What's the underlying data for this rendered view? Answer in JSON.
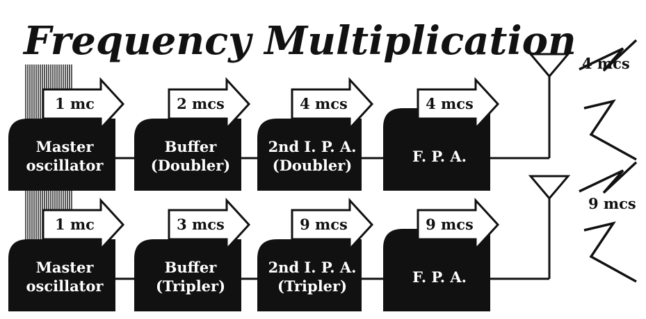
{
  "title": "Frequency Multiplication",
  "colors": {
    "ink": "#111111",
    "paper": "#ffffff"
  },
  "icons": [
    "crystal-hatch-icon",
    "antenna-icon",
    "lightning-bolt-icon",
    "arrow-right-icon"
  ],
  "rows": [
    {
      "stages": [
        {
          "line1": "Master",
          "line2": "oscillator",
          "freq": "1 mc"
        },
        {
          "line1": "Buffer",
          "line2": "(Doubler)",
          "freq": "2 mcs"
        },
        {
          "line1": "2nd I. P. A.",
          "line2": "(Doubler)",
          "freq": "4 mcs"
        },
        {
          "line1": "F. P. A.",
          "line2": "",
          "freq": "4 mcs"
        }
      ],
      "output": "4 mcs"
    },
    {
      "stages": [
        {
          "line1": "Master",
          "line2": "oscillator",
          "freq": "1 mc"
        },
        {
          "line1": "Buffer",
          "line2": "(Tripler)",
          "freq": "3 mcs"
        },
        {
          "line1": "2nd I. P. A.",
          "line2": "(Tripler)",
          "freq": "9 mcs"
        },
        {
          "line1": "F. P. A.",
          "line2": "",
          "freq": "9 mcs"
        }
      ],
      "output": "9 mcs"
    }
  ]
}
